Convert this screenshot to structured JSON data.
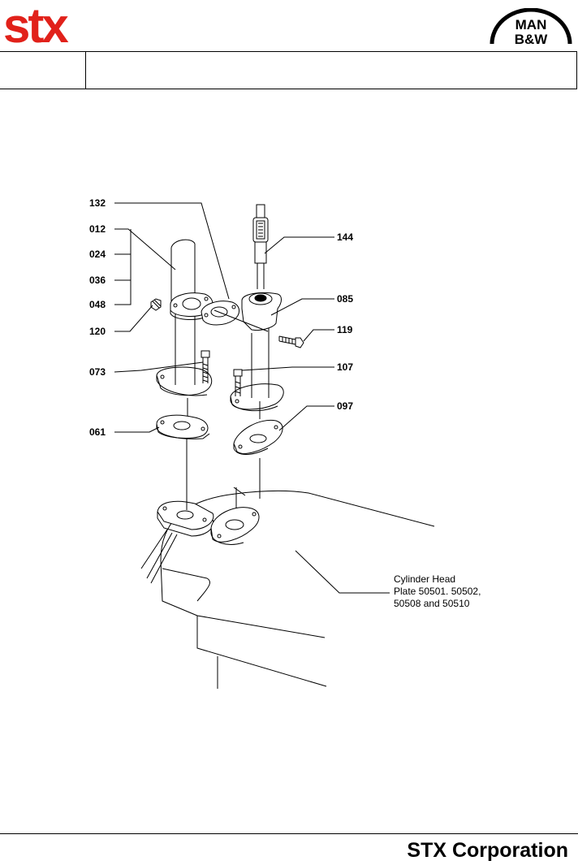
{
  "header": {
    "brand_left": "stx",
    "brand_right_line1": "MAN",
    "brand_right_line2": "B&W",
    "brand_color": "#e1211a",
    "table_cell_left": "",
    "table_cell_right": ""
  },
  "drawing": {
    "part_numbers": [
      "132",
      "012",
      "024",
      "036",
      "048",
      "120",
      "073",
      "061",
      "144",
      "085",
      "119",
      "107",
      "097"
    ],
    "note_lines": [
      "Cylinder Head",
      "Plate 50501. 50502,",
      "50508 and 50510"
    ]
  },
  "footer": {
    "company": "STX Corporation"
  }
}
